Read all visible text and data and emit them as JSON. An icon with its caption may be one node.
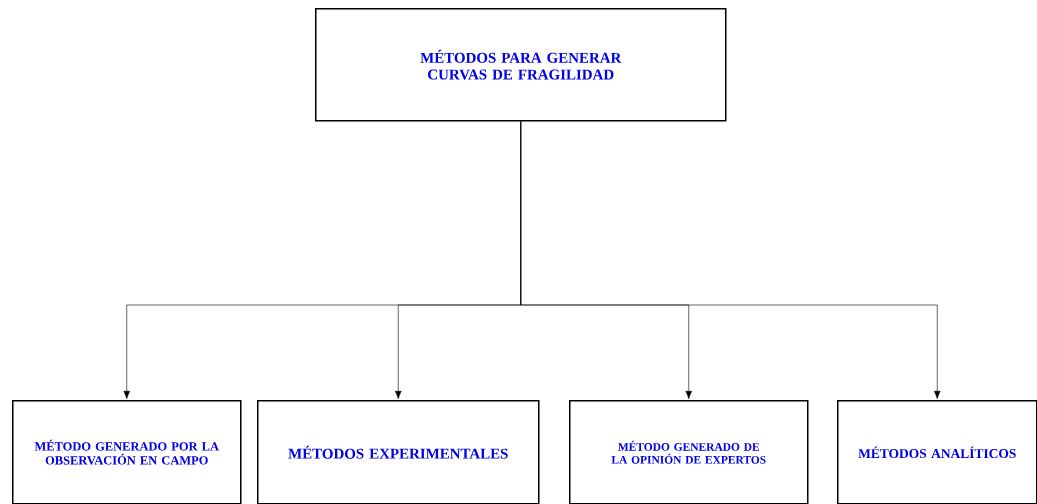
{
  "diagram": {
    "nodes": [
      {
        "text": [
          "MÉTODOS PARA GENERAR CURVAS DE FRAGILIDAD"
        ]
      },
      {
        "text": [
          "MÉTODO GENERADO POR LA OBSERVACIÓN EN CAMPO"
        ]
      },
      {
        "text": [
          "MÉTODOS EXPERIMENTALES"
        ]
      },
      {
        "text": [
          "MÉTODO GENERADO DE LA OPINIÓN DE EXPERTOS"
        ]
      },
      {
        "text": [
          "MÉTODOS ANALÍTICOS"
        ]
      }
    ],
    "edges": [
      {
        "from": 0,
        "to": 1,
        "arrow": "to"
      },
      {
        "from": 0,
        "to": 2,
        "arrow": "to"
      },
      {
        "from": 0,
        "to": 3,
        "arrow": "to"
      },
      {
        "from": 0,
        "to": 4,
        "arrow": "to"
      }
    ]
  }
}
